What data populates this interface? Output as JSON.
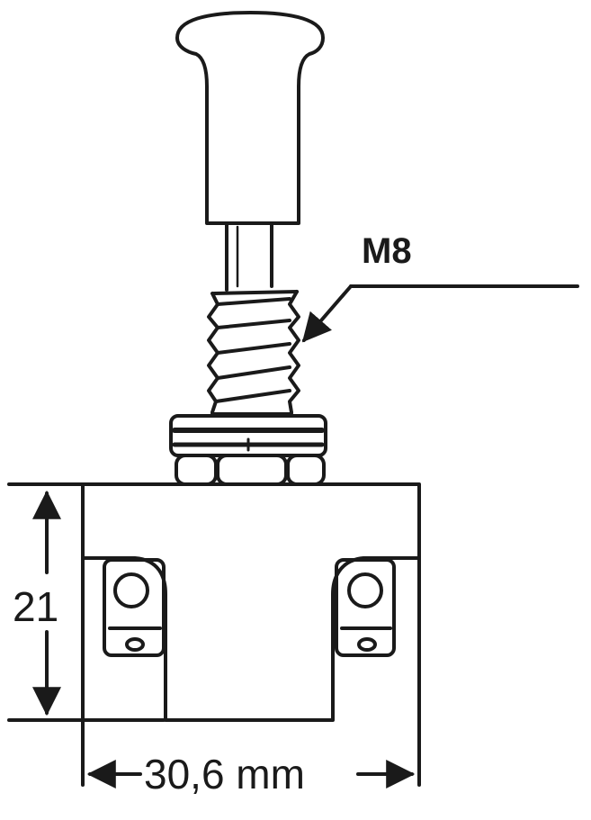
{
  "diagram": {
    "thread_label": "M8",
    "height_label": "21",
    "width_label": "30,6 mm"
  },
  "colors": {
    "ink": "#1a1a1a",
    "paper": "#ffffff"
  }
}
